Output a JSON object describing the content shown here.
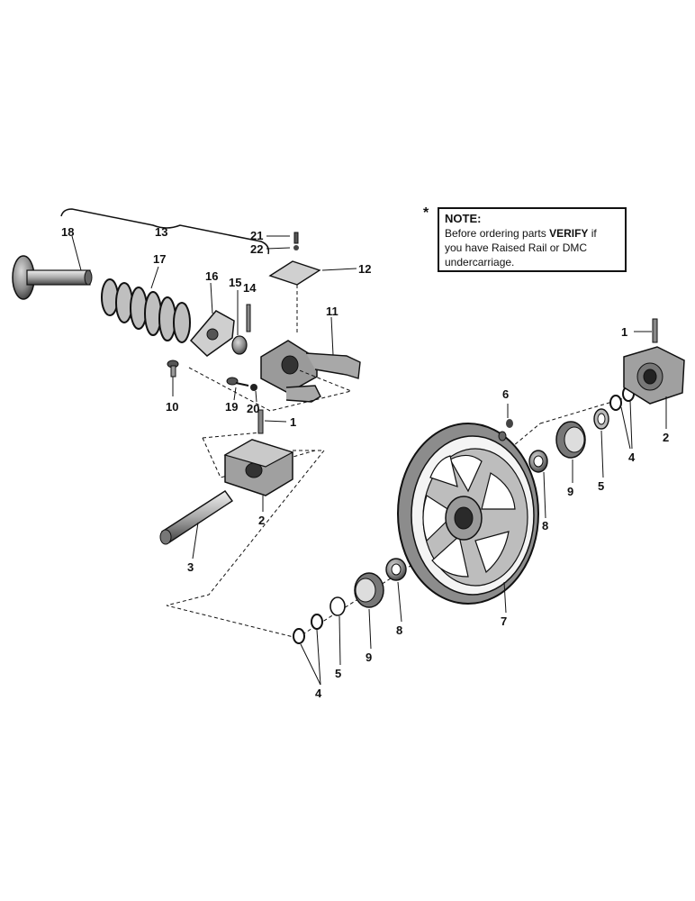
{
  "note": {
    "star": "*",
    "title": "NOTE:",
    "line1_pre": "Before ordering parts ",
    "line1_bold": "VERIFY",
    "line1_post": " if",
    "line2": "you have Raised Rail or DMC",
    "line3": "undercarriage."
  },
  "callouts": [
    "1",
    "2",
    "3",
    "4",
    "5",
    "6",
    "7",
    "8",
    "9",
    "10",
    "11",
    "12",
    "13",
    "14",
    "15",
    "16",
    "17",
    "18",
    "19",
    "20",
    "21",
    "22",
    "1",
    "2",
    "4",
    "5",
    "8",
    "9"
  ]
}
